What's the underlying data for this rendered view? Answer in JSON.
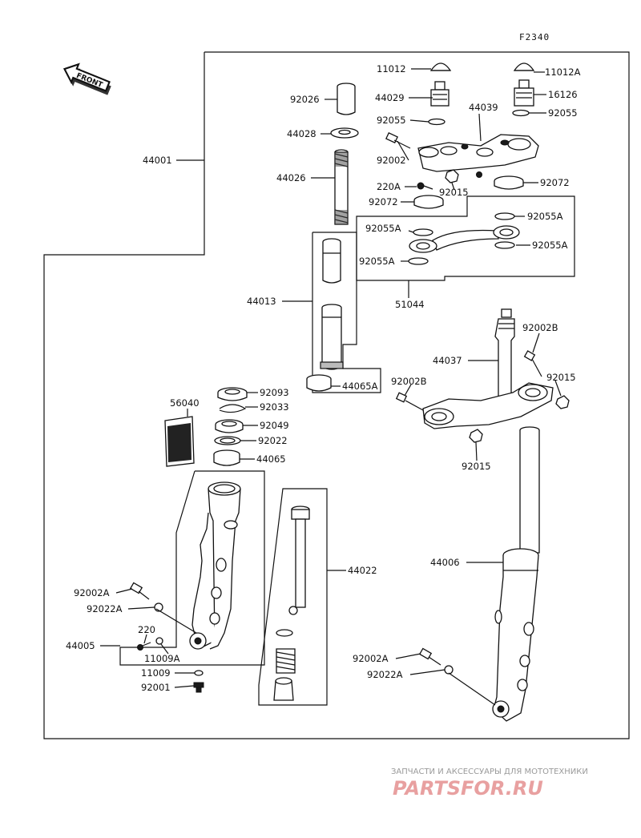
{
  "diagram_code": "F2340",
  "front_arrow_label": "FRONT",
  "labels": {
    "p11012": "11012",
    "p11012A": "11012A",
    "p44029": "44029",
    "p16126": "16126",
    "p92055_a": "92055",
    "p92055_b": "92055",
    "p44039": "44039",
    "p92026": "92026",
    "p44028": "44028",
    "p44001": "44001",
    "p44026": "44026",
    "p92002": "92002",
    "p220A": "220A",
    "p92015_a": "92015",
    "p92072_a": "92072",
    "p92072_b": "92072",
    "p92055A_a": "92055A",
    "p92055A_b": "92055A",
    "p92055A_c": "92055A",
    "p92055A_d": "92055A",
    "p51044": "51044",
    "p44013": "44013",
    "p92002B_a": "92002B",
    "p92002B_b": "92002B",
    "p44037": "44037",
    "p92015_b": "92015",
    "p92015_c": "92015",
    "p44065A": "44065A",
    "p56040": "56040",
    "p92093": "92093",
    "p92033": "92033",
    "p92049": "92049",
    "p92022": "92022",
    "p44065": "44065",
    "p44022": "44022",
    "p44006": "44006",
    "p92002A_a": "92002A",
    "p92022A_a": "92022A",
    "p220": "220",
    "p44005": "44005",
    "p11009A": "11009A",
    "p11009": "11009",
    "p92001": "92001",
    "p92002A_b": "92002A",
    "p92022A_b": "92022A"
  },
  "watermark": {
    "line1": "ЗАПЧАСТИ И АКСЕССУАРЫ ДЛЯ МОТОТЕХНИКИ",
    "line2": "PARTSFOR.RU"
  }
}
